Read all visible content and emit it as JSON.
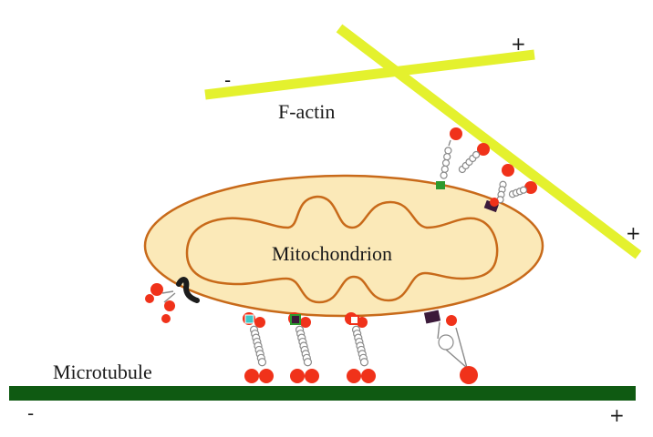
{
  "labels": {
    "f_actin": "F-actin",
    "mitochondrion": "Mitochondrion",
    "microtubule": "Microtubule"
  },
  "polarity": {
    "actin1_minus": "-",
    "actin1_plus": "+",
    "actin2_plus": "+",
    "microtubule_minus": "-",
    "microtubule_plus": "+"
  },
  "colors": {
    "actin": "#e4f12e",
    "microtubule": "#0f5a12",
    "mito_fill": "#fbe9b8",
    "mito_stroke": "#c86a1a",
    "motor_head": "#f0321a",
    "stalk": "#8a8a8a",
    "adaptor_black": "#1c1c1c",
    "adaptor_green": "#2e9a2e",
    "adaptor_purple": "#3b1a3a",
    "adaptor_cyan": "#3fc8c8"
  }
}
